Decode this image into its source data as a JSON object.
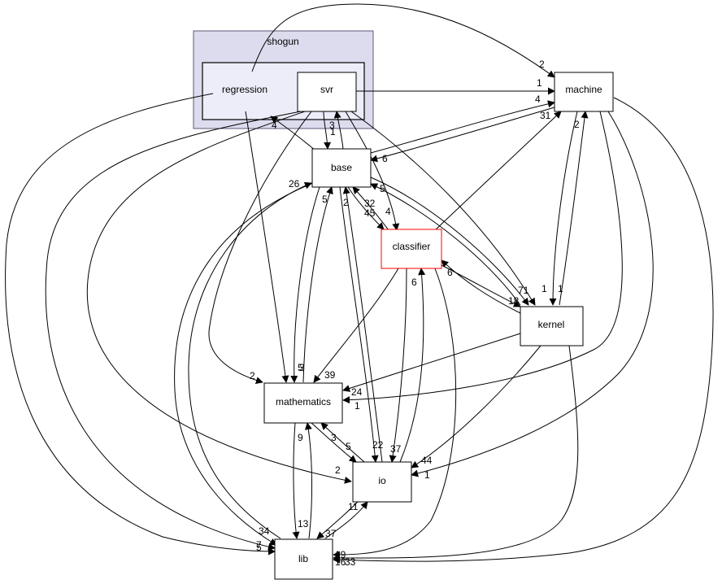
{
  "cluster": {
    "title": "shogun"
  },
  "nodes": {
    "regression": "regression",
    "svr": "svr",
    "machine": "machine",
    "base": "base",
    "classifier": "classifier",
    "kernel": "kernel",
    "mathematics": "mathematics",
    "io": "io",
    "lib": "lib"
  },
  "edge_labels": {
    "reg_machine": "2",
    "svr_machine": "1",
    "base_machine": "4",
    "class_machine": "31",
    "kernel_machine": "2",
    "machine_kernel": "1",
    "machine_kernel_b": "1",
    "base_reg": "4",
    "svr_base": "3",
    "base_svr": "1",
    "machine_base": "6",
    "class_base": "5",
    "io_base": "2",
    "math_base": "5",
    "lib_base": "26",
    "base_class": "45",
    "base_class_b": "32",
    "svr_class": "4",
    "io_class": "6",
    "kernel_class": "6",
    "class_kernel": "18",
    "base_kernel": "71",
    "svr_kernel": "1",
    "reg_math": "5",
    "base_math": "3",
    "class_math": "39",
    "svr_math": "2",
    "kernel_math": "24",
    "machine_math": "1",
    "io_math": "3",
    "lib_math": "9",
    "math_io": "5",
    "base_io": "22",
    "class_io": "37",
    "kernel_io": "44",
    "machine_io": "1",
    "svr_io": "2",
    "lib_io": "11",
    "math_lib": "13",
    "io_lib": "37",
    "base_lib": "34",
    "reg_lib": "7",
    "svr_lib": "5",
    "class_lib": "19",
    "kernel_lib": "16",
    "machine_lib": "33"
  }
}
